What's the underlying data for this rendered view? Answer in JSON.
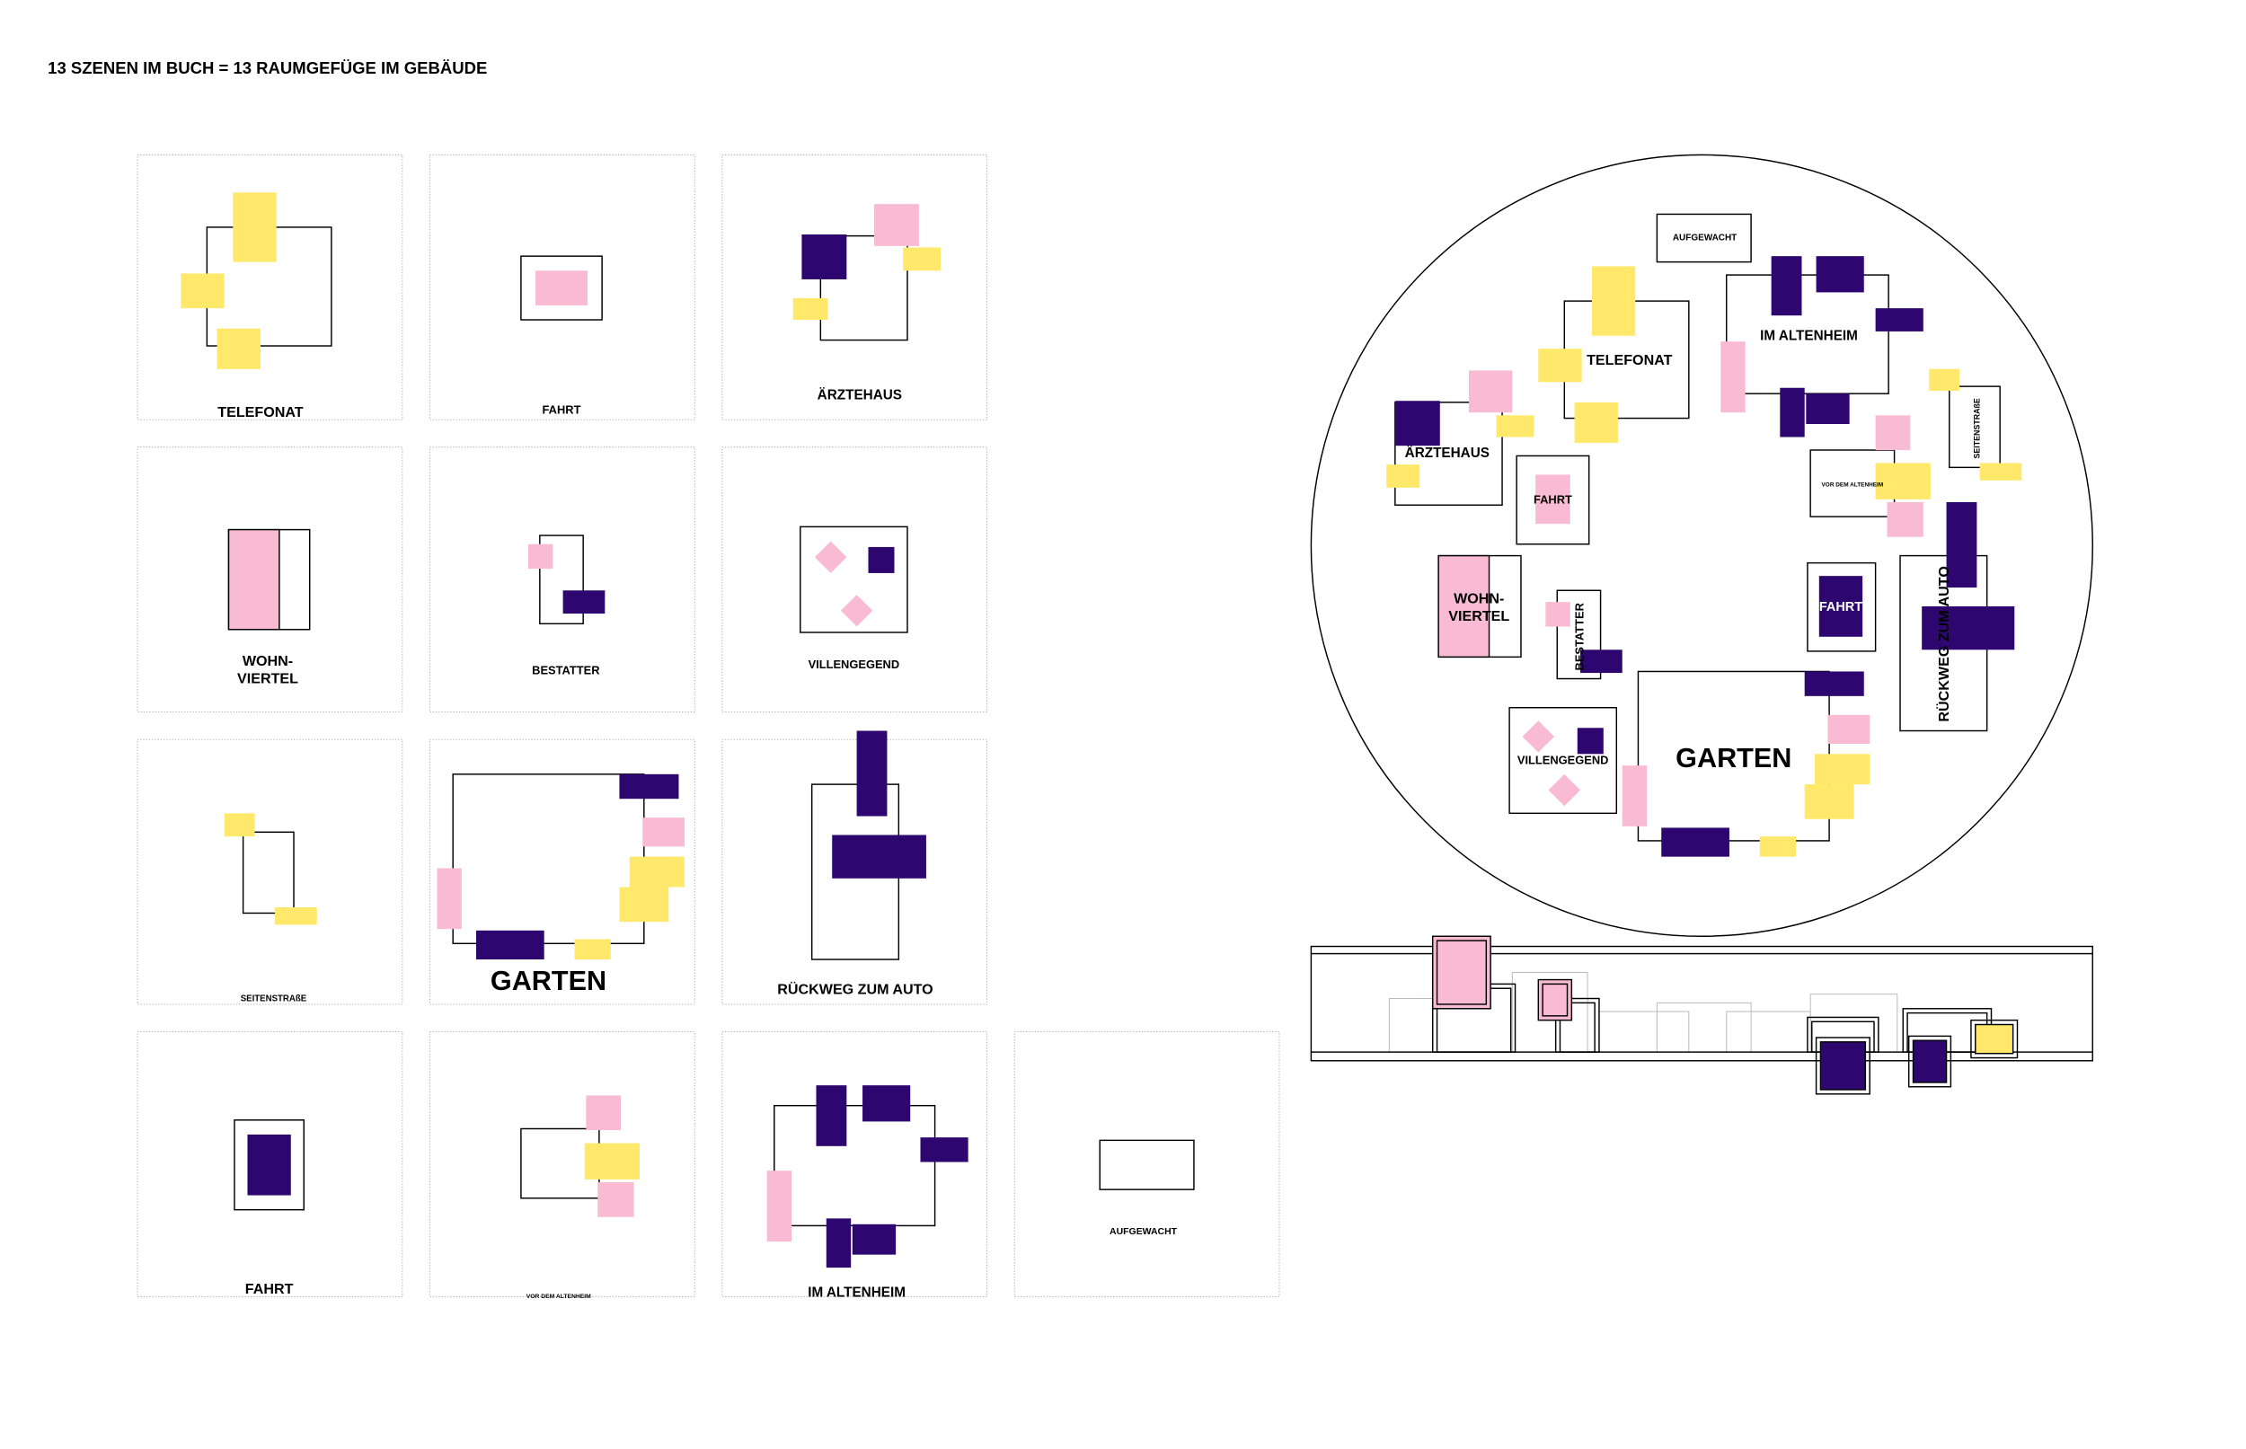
{
  "title": "13 SZENEN IM BUCH = 13 RAUMGEFÜGE IM GEBÄUDE",
  "colors": {
    "yellow": "#FFE86A",
    "pink": "#F9BBD3",
    "purple": "#2E0670",
    "line": "#000000",
    "tile_border": "#A8A8A8"
  },
  "scenes": [
    {
      "label": "TELEFONAT"
    },
    {
      "label": "FAHRT"
    },
    {
      "label": "ÄRZTEHAUS"
    },
    {
      "label_lines": [
        "WOHN-",
        "VIERTEL"
      ]
    },
    {
      "label": "BESTATTER"
    },
    {
      "label": "VILLENGEGEND"
    },
    {
      "label": "SEITENSTRAßE"
    },
    {
      "label": "GARTEN"
    },
    {
      "label": "RÜCKWEG ZUM AUTO"
    },
    {
      "label": "FAHRT"
    },
    {
      "label": "VOR DEM ALTENHEIM"
    },
    {
      "label": "IM ALTENHEIM"
    },
    {
      "label": "AUFGEWACHT"
    }
  ],
  "plan": {
    "labels": {
      "aufgewacht": "AUFGEWACHT",
      "telefonat": "TELEFONAT",
      "im_altenheim": "IM ALTENHEIM",
      "aerztehaus": "ÄRZTEHAUS",
      "fahrt_pink": "FAHRT",
      "seitenstrasse": "SEITENSTRAßE",
      "vor_dem_altenheim": "VOR DEM ALTENHEIM",
      "wohnviertel_1": "WOHN-",
      "wohnviertel_2": "VIERTEL",
      "bestatter": "BESTATTER",
      "fahrt_purple": "FAHRT",
      "rueckweg": "RÜCKWEG ZUM AUTO",
      "villengegend": "VILLENGEGEND",
      "garten": "GARTEN"
    }
  }
}
